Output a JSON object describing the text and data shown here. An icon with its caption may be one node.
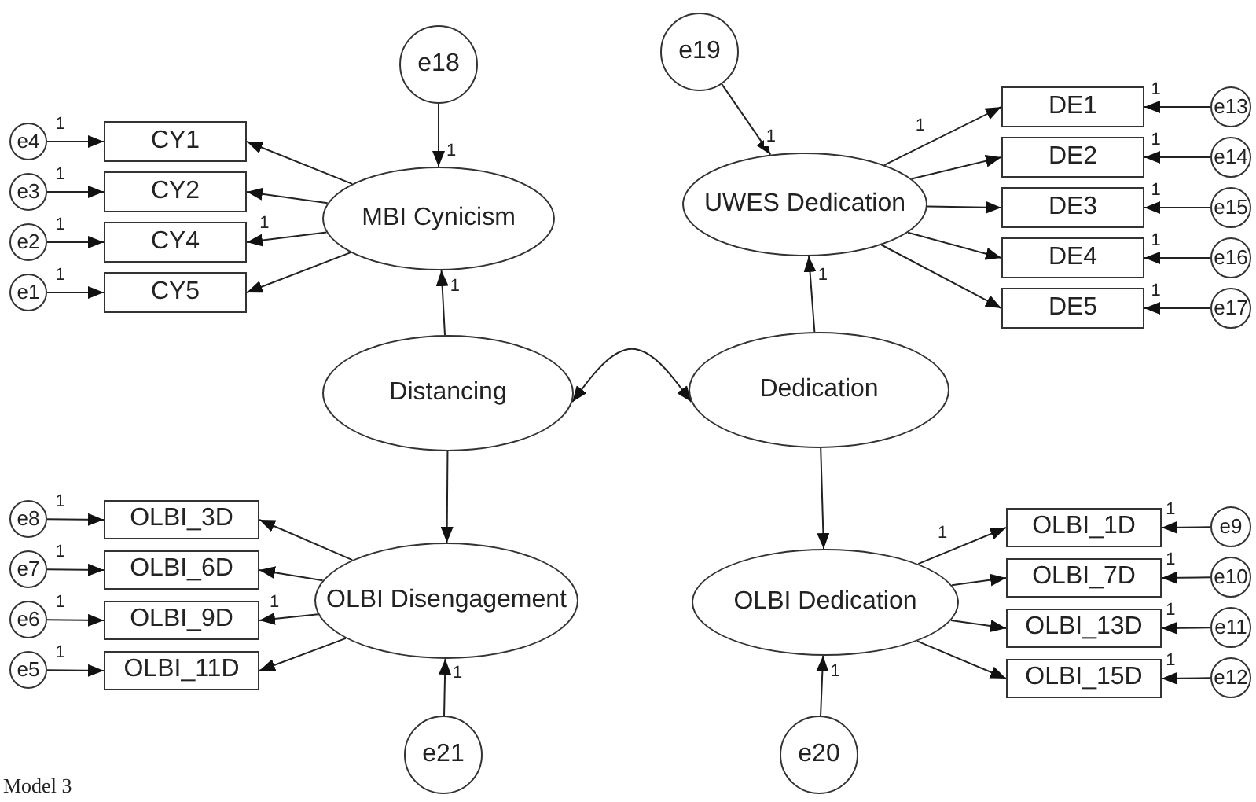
{
  "diagram": {
    "nodes": [
      {
        "text": [
          "e18"
        ]
      },
      {
        "text": [
          "e19"
        ]
      },
      {
        "text": [
          "MBI Cynicism"
        ]
      },
      {
        "text": [
          "UWES Dedication"
        ]
      },
      {
        "text": [
          "e4"
        ]
      },
      {
        "text": [
          "CY1"
        ]
      },
      {
        "text": [
          "e3"
        ]
      },
      {
        "text": [
          "CY2"
        ]
      },
      {
        "text": [
          "e2"
        ]
      },
      {
        "text": [
          "CY4"
        ]
      },
      {
        "text": [
          "e1"
        ]
      },
      {
        "text": [
          "CY5"
        ]
      },
      {
        "text": [
          "DE1"
        ]
      },
      {
        "text": [
          "e13"
        ]
      },
      {
        "text": [
          "DE2"
        ]
      },
      {
        "text": [
          "e14"
        ]
      },
      {
        "text": [
          "DE3"
        ]
      },
      {
        "text": [
          "e15"
        ]
      },
      {
        "text": [
          "DE4"
        ]
      },
      {
        "text": [
          "e16"
        ]
      },
      {
        "text": [
          "DE5"
        ]
      },
      {
        "text": [
          "e17"
        ]
      },
      {
        "text": [
          "Distancing"
        ]
      },
      {
        "text": [
          "Dedication"
        ]
      },
      {
        "text": [
          "e8"
        ]
      },
      {
        "text": [
          "OLBI_3D"
        ]
      },
      {
        "text": [
          "e7"
        ]
      },
      {
        "text": [
          "OLBI_6D"
        ]
      },
      {
        "text": [
          "e6"
        ]
      },
      {
        "text": [
          "OLBI_9D"
        ]
      },
      {
        "text": [
          "e5"
        ]
      },
      {
        "text": [
          "OLBI_11D"
        ]
      },
      {
        "text": [
          "OLBI Disengagement"
        ]
      },
      {
        "text": [
          "OLBI Dedication"
        ]
      },
      {
        "text": [
          "OLBI_1D"
        ]
      },
      {
        "text": [
          "e9"
        ]
      },
      {
        "text": [
          "OLBI_7D"
        ]
      },
      {
        "text": [
          "e10"
        ]
      },
      {
        "text": [
          "OLBI_13D"
        ]
      },
      {
        "text": [
          "e11"
        ]
      },
      {
        "text": [
          "OLBI_15D"
        ]
      },
      {
        "text": [
          "e12"
        ]
      },
      {
        "text": [
          "e21"
        ]
      },
      {
        "text": [
          "e20"
        ]
      }
    ],
    "edges": [
      {
        "from": 0,
        "to": 2,
        "arrow": "to",
        "label": "1"
      },
      {
        "from": 22,
        "to": 2,
        "arrow": "to",
        "label": "1"
      },
      {
        "from": 2,
        "to": 5,
        "arrow": "to"
      },
      {
        "from": 2,
        "to": 7,
        "arrow": "to"
      },
      {
        "from": 2,
        "to": 9,
        "arrow": "to",
        "label": "1"
      },
      {
        "from": 2,
        "to": 11,
        "arrow": "to"
      },
      {
        "from": 4,
        "to": 5,
        "arrow": "to",
        "label": "1"
      },
      {
        "from": 6,
        "to": 7,
        "arrow": "to",
        "label": "1"
      },
      {
        "from": 8,
        "to": 9,
        "arrow": "to",
        "label": "1"
      },
      {
        "from": 10,
        "to": 11,
        "arrow": "to",
        "label": "1"
      },
      {
        "from": 1,
        "to": 3,
        "arrow": "to",
        "label": "1"
      },
      {
        "from": 23,
        "to": 3,
        "arrow": "to",
        "label": "1"
      },
      {
        "from": 3,
        "to": 12,
        "arrow": "to",
        "label": "1"
      },
      {
        "from": 3,
        "to": 14,
        "arrow": "to"
      },
      {
        "from": 3,
        "to": 16,
        "arrow": "to"
      },
      {
        "from": 3,
        "to": 18,
        "arrow": "to"
      },
      {
        "from": 3,
        "to": 20,
        "arrow": "to"
      },
      {
        "from": 13,
        "to": 12,
        "arrow": "to",
        "label": "1"
      },
      {
        "from": 15,
        "to": 14,
        "arrow": "to",
        "label": "1"
      },
      {
        "from": 17,
        "to": 16,
        "arrow": "to",
        "label": "1"
      },
      {
        "from": 19,
        "to": 18,
        "arrow": "to",
        "label": "1"
      },
      {
        "from": 21,
        "to": 20,
        "arrow": "to",
        "label": "1"
      },
      {
        "from": 22,
        "to": 23,
        "arrow": "both"
      },
      {
        "from": 22,
        "to": 32,
        "arrow": "to"
      },
      {
        "from": 23,
        "to": 33,
        "arrow": "to"
      },
      {
        "from": 32,
        "to": 25,
        "arrow": "to"
      },
      {
        "from": 32,
        "to": 27,
        "arrow": "to"
      },
      {
        "from": 32,
        "to": 29,
        "arrow": "to",
        "label": "1"
      },
      {
        "from": 32,
        "to": 31,
        "arrow": "to"
      },
      {
        "from": 24,
        "to": 25,
        "arrow": "to",
        "label": "1"
      },
      {
        "from": 26,
        "to": 27,
        "arrow": "to",
        "label": "1"
      },
      {
        "from": 28,
        "to": 29,
        "arrow": "to",
        "label": "1"
      },
      {
        "from": 30,
        "to": 31,
        "arrow": "to",
        "label": "1"
      },
      {
        "from": 42,
        "to": 32,
        "arrow": "to",
        "label": "1"
      },
      {
        "from": 33,
        "to": 34,
        "arrow": "to",
        "label": "1"
      },
      {
        "from": 33,
        "to": 36,
        "arrow": "to"
      },
      {
        "from": 33,
        "to": 38,
        "arrow": "to"
      },
      {
        "from": 33,
        "to": 40,
        "arrow": "to"
      },
      {
        "from": 35,
        "to": 34,
        "arrow": "to",
        "label": "1"
      },
      {
        "from": 37,
        "to": 36,
        "arrow": "to",
        "label": "1"
      },
      {
        "from": 39,
        "to": 38,
        "arrow": "to",
        "label": "1"
      },
      {
        "from": 41,
        "to": 40,
        "arrow": "to",
        "label": "1"
      },
      {
        "from": 43,
        "to": 33,
        "arrow": "to",
        "label": "1"
      }
    ],
    "labels": [
      "Model 3"
    ]
  }
}
